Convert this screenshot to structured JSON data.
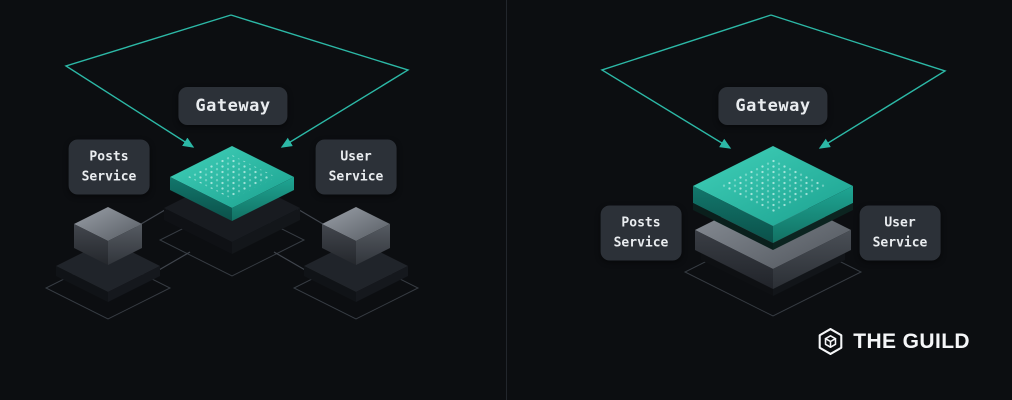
{
  "colors": {
    "background": "#0c0e11",
    "divider": "#22262c",
    "accent": "#2cb8a6",
    "label_bg": "#2c3138",
    "label_text": "#e9ecef"
  },
  "diagram_left": {
    "gateway_label": "Gateway",
    "posts_service_line1": "Posts",
    "posts_service_line2": "Service",
    "user_service_line1": "User",
    "user_service_line2": "Service"
  },
  "diagram_right": {
    "gateway_label": "Gateway",
    "posts_service_line1": "Posts",
    "posts_service_line2": "Service",
    "user_service_line1": "User",
    "user_service_line2": "Service"
  },
  "logo": {
    "text": "THE GUILD",
    "icon": "guild-hexagon-logo-icon"
  }
}
